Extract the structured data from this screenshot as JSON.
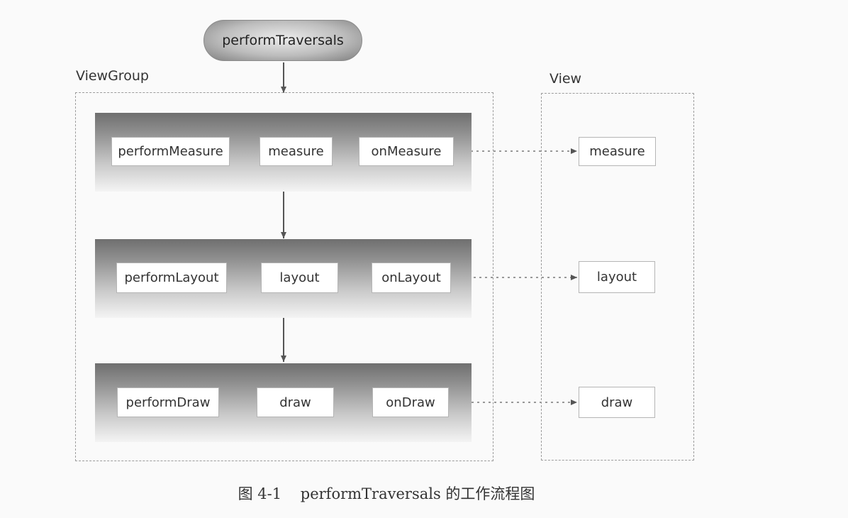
{
  "diagram": {
    "start_node": "performTraversals",
    "containers": {
      "viewgroup": "ViewGroup",
      "view": "View"
    },
    "phases": [
      {
        "nodes": [
          "performMeasure",
          "measure",
          "onMeasure"
        ],
        "view_node": "measure"
      },
      {
        "nodes": [
          "performLayout",
          "layout",
          "onLayout"
        ],
        "view_node": "layout"
      },
      {
        "nodes": [
          "performDraw",
          "draw",
          "onDraw"
        ],
        "view_node": "draw"
      }
    ],
    "caption": "图 4-1    performTraversals 的工作流程图"
  }
}
